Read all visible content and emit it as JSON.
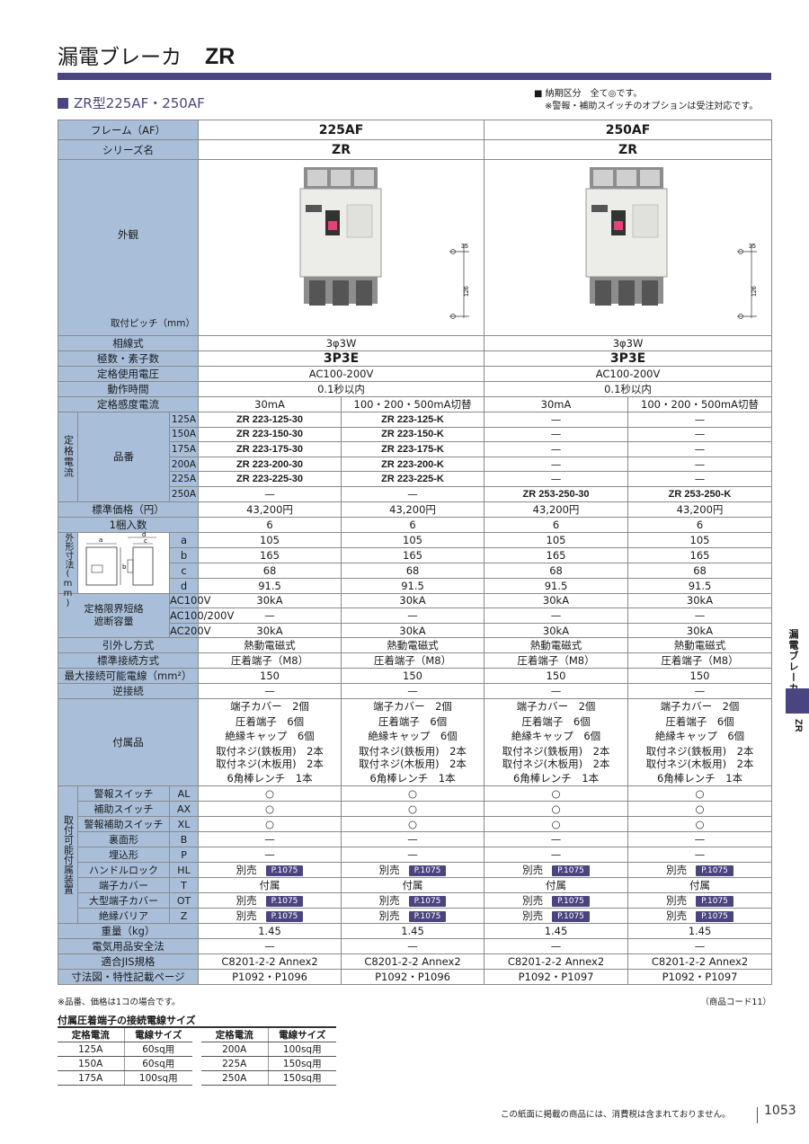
{
  "header": {
    "title_jp": "漏電ブレーカ",
    "title_model": "ZR"
  },
  "subtitle": "ZR型225AF・250AF",
  "notes": {
    "line1": "■ 納期区分　全て◎です。",
    "line2": "※警報・補助スイッチのオプションは受注対応です。"
  },
  "labels": {
    "frame": "フレーム（AF）",
    "series": "シリーズ名",
    "appearance": "外観",
    "pitch": "取付ピッチ（mm）",
    "phase": "相線式",
    "poles": "極数・素子数",
    "voltage": "定格使用電圧",
    "optime": "動作時間",
    "sens": "定格感度電流",
    "rated_current": "定格電流",
    "part_no": "品番",
    "price": "標準価格（円）",
    "qty": "1梱入数",
    "dims": "外形寸法(mm)",
    "breaking": "定格限界短絡遮断容量",
    "method": "引外し方式",
    "conn": "標準接続方式",
    "maxwire": "最大接続可能電線（mm²）",
    "reverse": "逆接続",
    "accessories": "付属品",
    "mountable": "取付可能付属装置",
    "weight": "重量（kg）",
    "safety": "電気用品安全法",
    "jis": "適合JIS規格",
    "dimpage": "寸法図・特性記載ページ"
  },
  "frames": [
    "225AF",
    "250AF"
  ],
  "series": [
    "ZR",
    "ZR"
  ],
  "pitch_dims": [
    "35",
    "126"
  ],
  "phase": [
    "3φ3W",
    "3φ3W"
  ],
  "poles": [
    "3P3E",
    "3P3E"
  ],
  "voltage": [
    "AC100-200V",
    "AC100-200V"
  ],
  "optime": [
    "0.1秒以内",
    "0.1秒以内"
  ],
  "sens": [
    "30mA",
    "100・200・500mA切替",
    "30mA",
    "100・200・500mA切替"
  ],
  "part_rows": [
    {
      "amp": "125A",
      "cells": [
        "ZR 223-125-30",
        "ZR 223-125-K",
        "—",
        "—"
      ]
    },
    {
      "amp": "150A",
      "cells": [
        "ZR 223-150-30",
        "ZR 223-150-K",
        "—",
        "—"
      ]
    },
    {
      "amp": "175A",
      "cells": [
        "ZR 223-175-30",
        "ZR 223-175-K",
        "—",
        "—"
      ]
    },
    {
      "amp": "200A",
      "cells": [
        "ZR 223-200-30",
        "ZR 223-200-K",
        "—",
        "—"
      ]
    },
    {
      "amp": "225A",
      "cells": [
        "ZR 223-225-30",
        "ZR 223-225-K",
        "—",
        "—"
      ]
    },
    {
      "amp": "250A",
      "cells": [
        "—",
        "—",
        "ZR 253-250-30",
        "ZR 253-250-K"
      ]
    }
  ],
  "price": [
    "43,200円",
    "43,200円",
    "43,200円",
    "43,200円"
  ],
  "qty": [
    "6",
    "6",
    "6",
    "6"
  ],
  "dim_rows": [
    {
      "key": "a",
      "vals": [
        "105",
        "105",
        "105",
        "105"
      ]
    },
    {
      "key": "b",
      "vals": [
        "165",
        "165",
        "165",
        "165"
      ]
    },
    {
      "key": "c",
      "vals": [
        "68",
        "68",
        "68",
        "68"
      ]
    },
    {
      "key": "d",
      "vals": [
        "91.5",
        "91.5",
        "91.5",
        "91.5"
      ]
    }
  ],
  "dim_drawing_labels": [
    "a",
    "b",
    "c",
    "d"
  ],
  "breaking_rows": [
    {
      "key": "AC100V",
      "vals": [
        "30kA",
        "30kA",
        "30kA",
        "30kA"
      ]
    },
    {
      "key": "AC100/200V",
      "vals": [
        "—",
        "—",
        "—",
        "—"
      ]
    },
    {
      "key": "AC200V",
      "vals": [
        "30kA",
        "30kA",
        "30kA",
        "30kA"
      ]
    }
  ],
  "method": [
    "熱動電磁式",
    "熱動電磁式",
    "熱動電磁式",
    "熱動電磁式"
  ],
  "conn": [
    "圧着端子（M8）",
    "圧着端子（M8）",
    "圧着端子（M8）",
    "圧着端子（M8）"
  ],
  "maxwire": [
    "150",
    "150",
    "150",
    "150"
  ],
  "reverse": [
    "—",
    "—",
    "—",
    "—"
  ],
  "accessory_lines": {
    "l1": "端子カバー　2個",
    "l2": "圧着端子　6個",
    "l3": "絶縁キャップ　6個",
    "l4a": "取付ネジ(鉄板用)　2本",
    "l4b": "取付ネジ(木板用)　2本",
    "l5": "6角棒レンチ　1本"
  },
  "option_rows": [
    {
      "name": "警報スイッチ",
      "code": "AL",
      "text": "○",
      "ref": ""
    },
    {
      "name": "補助スイッチ",
      "code": "AX",
      "text": "○",
      "ref": ""
    },
    {
      "name": "警報補助スイッチ",
      "code": "XL",
      "text": "○",
      "ref": ""
    },
    {
      "name": "裏面形",
      "code": "B",
      "text": "—",
      "ref": ""
    },
    {
      "name": "埋込形",
      "code": "P",
      "text": "—",
      "ref": ""
    },
    {
      "name": "ハンドルロック",
      "code": "HL",
      "text": "別売",
      "ref": "P.1075"
    },
    {
      "name": "端子カバー",
      "code": "T",
      "text": "付属",
      "ref": ""
    },
    {
      "name": "大型端子カバー",
      "code": "OT",
      "text": "別売",
      "ref": "P.1075"
    },
    {
      "name": "絶縁バリア",
      "code": "Z",
      "text": "別売",
      "ref": "P.1075"
    }
  ],
  "weight": [
    "1.45",
    "1.45",
    "1.45",
    "1.45"
  ],
  "safety": [
    "—",
    "—",
    "—",
    "—"
  ],
  "jis": [
    "C8201-2-2 Annex2",
    "C8201-2-2 Annex2",
    "C8201-2-2 Annex2",
    "C8201-2-2 Annex2"
  ],
  "dimpage": [
    "P1092・P1096",
    "P1092・P1096",
    "P1092・P1097",
    "P1092・P1097"
  ],
  "footnote_left": "※品番、価格は1コの場合です。",
  "footnote_right": "（商品コード11）",
  "sub_table": {
    "title": "付属圧着端子の接続電線サイズ",
    "headers": [
      "定格電流",
      "電線サイズ",
      "定格電流",
      "電線サイズ"
    ],
    "rows": [
      [
        "125A",
        "60sq用",
        "200A",
        "100sq用"
      ],
      [
        "150A",
        "60sq用",
        "225A",
        "150sq用"
      ],
      [
        "175A",
        "100sq用",
        "250A",
        "150sq用"
      ]
    ]
  },
  "bottom_note": "この紙面に掲載の商品には、消費税は含まれておりません。",
  "page_number": "1053",
  "side_tab": {
    "category": "漏電ブレーカ",
    "model": "ZR"
  },
  "colors": {
    "header_cell": "#a9bfd9",
    "accent": "#4a4480"
  }
}
